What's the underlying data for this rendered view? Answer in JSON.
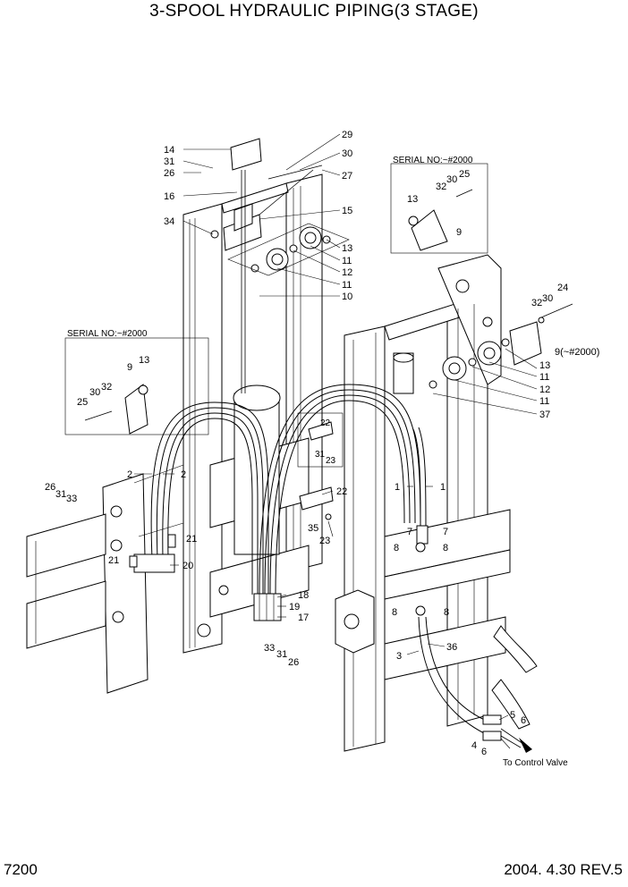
{
  "title": "3-SPOOL HYDRAULIC PIPING(3 STAGE)",
  "page_number": "7200",
  "revision": "2004. 4.30 REV.5",
  "serial_note": "SERIAL NO:~#2000",
  "to_control_valve": "To Control Valve",
  "part_labels": [
    "29",
    "30",
    "27",
    "14",
    "31",
    "26",
    "16",
    "15",
    "34",
    "13",
    "11",
    "12",
    "11",
    "10",
    "13",
    "32",
    "30",
    "25",
    "9",
    "24",
    "30",
    "32",
    "9(~#2000)",
    "13",
    "11",
    "12",
    "11",
    "37",
    "13",
    "9",
    "32",
    "30",
    "25",
    "22",
    "31",
    "23",
    "22",
    "35",
    "23",
    "2",
    "2",
    "26",
    "31",
    "33",
    "21",
    "21",
    "20",
    "18",
    "19",
    "17",
    "33",
    "31",
    "26",
    "1",
    "1",
    "7",
    "7",
    "8",
    "8",
    "8",
    "8",
    "3",
    "36",
    "5",
    "6",
    "4",
    "6"
  ]
}
